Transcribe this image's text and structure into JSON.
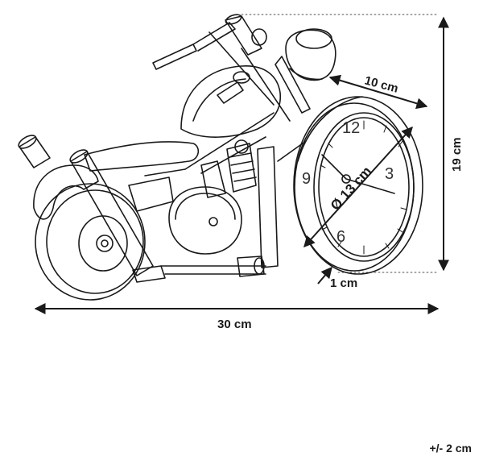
{
  "dimensions": {
    "width": "30 cm",
    "height": "19 cm",
    "depth": "10 cm",
    "diameter": "Ø 13 cm",
    "thickness": "1 cm"
  },
  "tolerance": "+/- 2 cm",
  "clock_numerals": [
    "12",
    "3",
    "6",
    "9"
  ]
}
